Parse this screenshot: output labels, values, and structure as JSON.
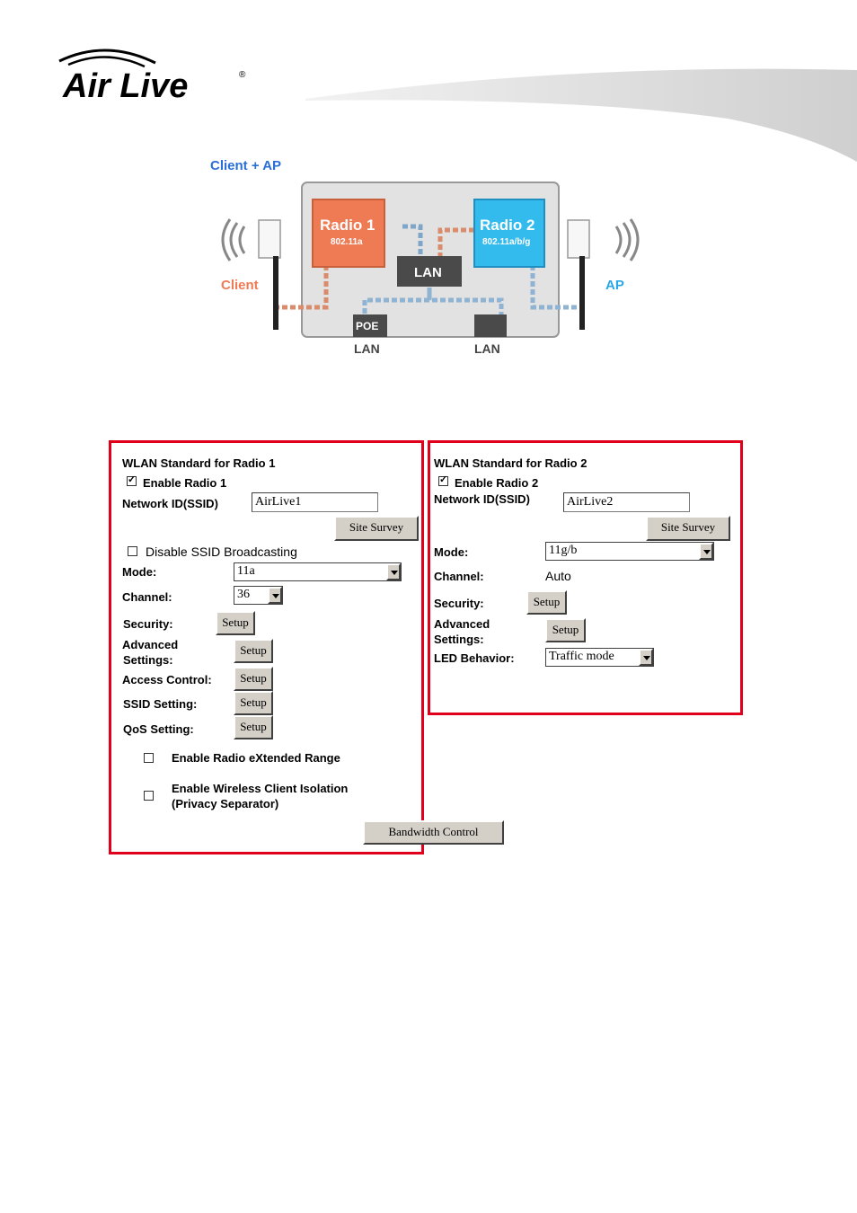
{
  "header": {
    "logo_text": "Air Live",
    "logo_mark": "®"
  },
  "diagram": {
    "title": "Client + AP",
    "radio1_name": "Radio 1",
    "radio1_std": "802.11a",
    "radio2_name": "Radio 2",
    "radio2_std": "802.11a/b/g",
    "lan_box": "LAN",
    "poe_box": "POE",
    "lan_left": "LAN",
    "lan_right": "LAN",
    "left_label": "Client",
    "right_label": "AP",
    "colors": {
      "radio1": "#ef7b55",
      "radio2": "#33bbee",
      "title": "#2a6fd6",
      "client": "#ef7b55",
      "ap": "#2aa6e8"
    }
  },
  "radio1": {
    "title": "WLAN Standard for Radio 1",
    "enable_label": "Enable Radio 1",
    "ssid_label": "Network ID(SSID)",
    "ssid_value": "AirLive1",
    "site_survey": "Site Survey",
    "disable_ssid_label": "Disable SSID Broadcasting",
    "mode_label": "Mode:",
    "mode_value": "11a",
    "channel_label": "Channel:",
    "channel_value": "36",
    "security_label": "Security:",
    "advanced_label_1": "Advanced",
    "advanced_label_2": "Settings:",
    "access_label": "Access Control:",
    "ssid_setting_label": "SSID Setting:",
    "qos_label": "QoS Setting:",
    "setup": "Setup",
    "xr_label": "Enable Radio eXtended Range",
    "isolation_label_1": "Enable Wireless Client Isolation",
    "isolation_label_2": "(Privacy Separator)",
    "bandwidth": "Bandwidth Control"
  },
  "radio2": {
    "title": "WLAN Standard for Radio 2",
    "enable_label": "Enable Radio 2",
    "ssid_label": "Network ID(SSID)",
    "ssid_value": "AirLive2",
    "site_survey": "Site Survey",
    "mode_label": "Mode:",
    "mode_value": "11g/b",
    "channel_label": "Channel:",
    "channel_value": "Auto",
    "security_label": "Security:",
    "advanced_label_1": "Advanced",
    "advanced_label_2": "Settings:",
    "led_label": "LED Behavior:",
    "led_value": "Traffic mode",
    "setup": "Setup"
  }
}
